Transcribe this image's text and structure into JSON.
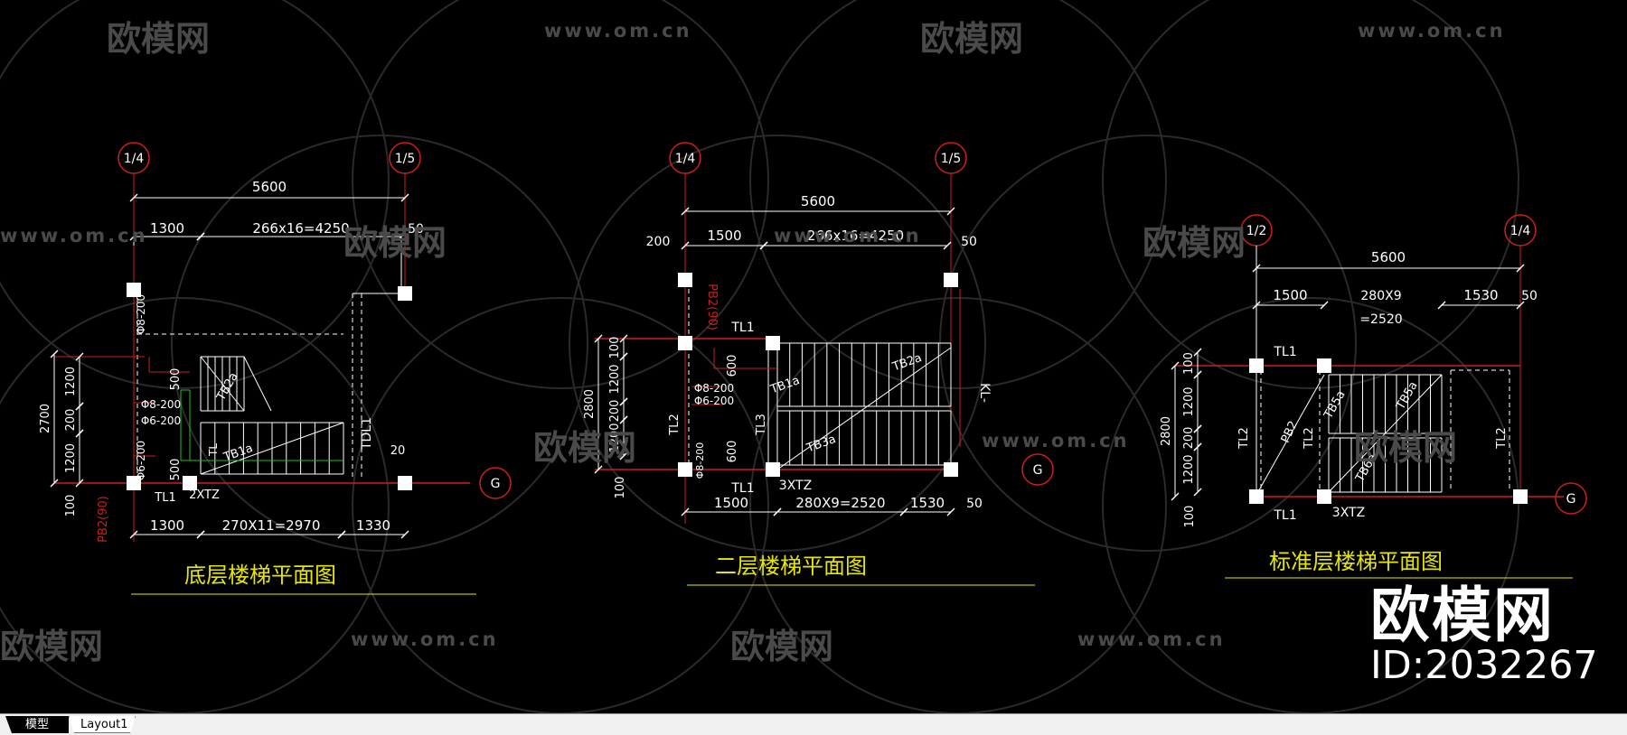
{
  "colors": {
    "background": "#000000",
    "dim": "#ffffff",
    "beam": "#cc1e1e",
    "title": "#e6e600",
    "green": "#22c022",
    "watermark": "#4a4a4a"
  },
  "watermark": {
    "logo": "欧模网",
    "url": "www.om.cn"
  },
  "brand": {
    "logo": "欧模网",
    "id": "ID:2032267"
  },
  "tabs": [
    {
      "label": "模型",
      "active": true
    },
    {
      "label": "Layout1",
      "active": false
    }
  ],
  "plans": [
    {
      "title": "底层楼梯平面图",
      "axes": [
        "1/4",
        "1/5",
        "G"
      ],
      "dims": {
        "overall": "5600",
        "left": "1300",
        "run": "266x16=4250",
        "right": "50",
        "bottom_left": "1300",
        "bottom_run": "270X11=2970",
        "bottom_right": "1330",
        "v_total": "2700",
        "v_a": "1200",
        "v_b": "200",
        "v_c": "1200",
        "v_d": "100",
        "v_e": "500",
        "v_f": "500",
        "v_g": "20"
      },
      "labels": [
        "Φ8-200",
        "Φ8-200",
        "Φ6-200",
        "Φ6-200",
        "TB2a",
        "TB1a",
        "TDL1",
        "TL1",
        "2XTZ",
        "PB2(90)",
        "TL1",
        "TDL1"
      ]
    },
    {
      "title": "二层楼梯平面图",
      "axes": [
        "1/4",
        "1/5",
        "G"
      ],
      "dims": {
        "overall": "5600",
        "left_a": "200",
        "left": "1500",
        "run": "266x16=4250",
        "right": "50",
        "bottom_left": "1500",
        "bottom_run": "280X9=2520",
        "bottom_mid": "1530",
        "bottom_right": "50",
        "v_total": "2800",
        "v_a": "100",
        "v_b": "1200",
        "v_c": "200",
        "v_d": "1200",
        "v_e": "100",
        "v_f": "600",
        "v_g": "600"
      },
      "labels": [
        "TL1",
        "PB2(90)",
        "Φ8-200",
        "Φ6-200",
        "TB1a",
        "TB2a",
        "TB3a",
        "KL-",
        "TL2",
        "TL3",
        "TL1",
        "3XTZ",
        "Φ8-200"
      ]
    },
    {
      "title": "标准层楼梯平面图",
      "axes": [
        "1/2",
        "1/4",
        "G"
      ],
      "dims": {
        "overall": "5600",
        "left": "1500",
        "run_a": "280X9",
        "run_b": "=2520",
        "mid": "1530",
        "right": "50",
        "v_total": "2800",
        "v_a": "100",
        "v_b": "1200",
        "v_c": "200",
        "v_d": "1200",
        "v_e": "100"
      },
      "labels": [
        "TL1",
        "TB5a",
        "TB5a",
        "TB6a",
        "TL2",
        "PB2",
        "TL2",
        "TL2",
        "TL1",
        "3XTZ"
      ]
    }
  ]
}
